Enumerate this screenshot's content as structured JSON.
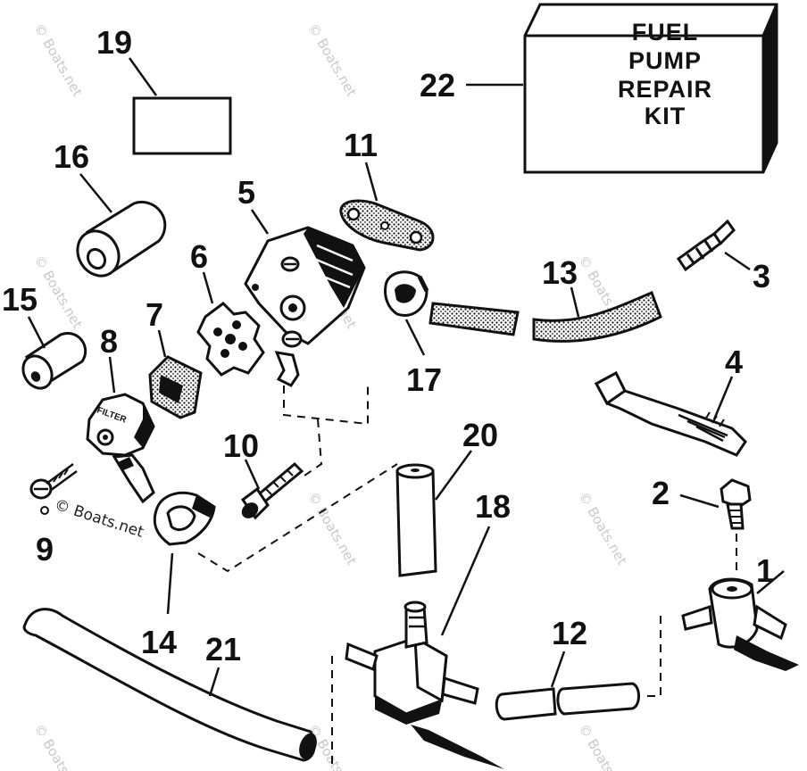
{
  "kit_box": {
    "lines": [
      "FUEL",
      "PUMP",
      "REPAIR",
      "KIT"
    ]
  },
  "callouts": {
    "n1": "1",
    "n2": "2",
    "n3": "3",
    "n4": "4",
    "n5": "5",
    "n6": "6",
    "n7": "7",
    "n8": "8",
    "n9": "9",
    "n10": "10",
    "n11": "11",
    "n12": "12",
    "n13": "13",
    "n14": "14",
    "n15": "15",
    "n16": "16",
    "n17": "17",
    "n18": "18",
    "n19": "19",
    "n20": "20",
    "n21": "21",
    "n22": "22"
  },
  "filter_label": "FILTER",
  "watermark": {
    "text": "© Boats.net",
    "dark_text": "© Boats.net"
  }
}
